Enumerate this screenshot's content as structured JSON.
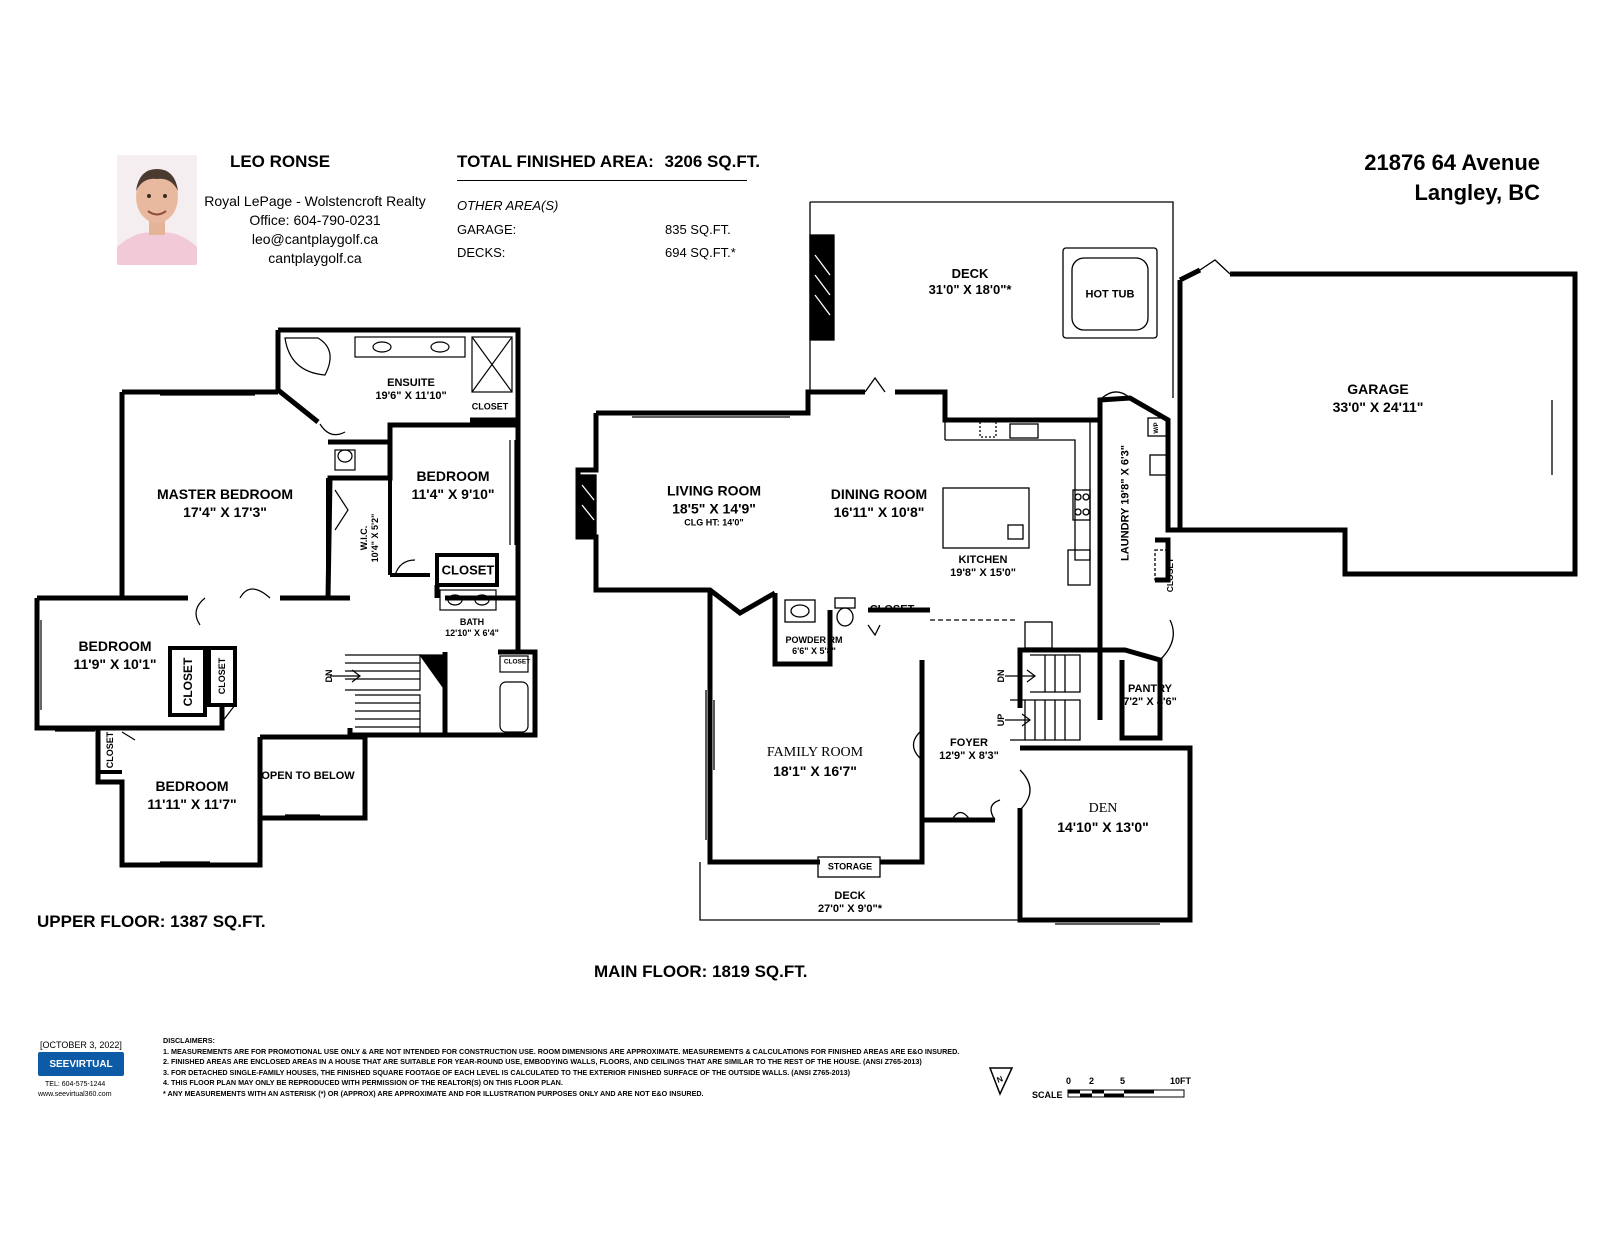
{
  "agent": {
    "name": "LEO RONSE",
    "company": "Royal LePage - Wolstencroft Realty",
    "office": "Office: 604-790-0231",
    "email": "leo@cantplaygolf.ca",
    "website": "cantplaygolf.ca"
  },
  "areas": {
    "total_label": "TOTAL FINISHED AREA:",
    "total_value": "3206 SQ.FT.",
    "other_label": "OTHER AREA(S)",
    "garage_label": "GARAGE:",
    "garage_value": "835 SQ.FT.",
    "decks_label": "DECKS:",
    "decks_value": "694 SQ.FT.*"
  },
  "address": {
    "line1": "21876 64 Avenue",
    "line2": "Langley, BC"
  },
  "upper_floor": {
    "label": "UPPER FLOOR: 1387 SQ.FT.",
    "rooms": {
      "ensuite_name": "ENSUITE",
      "ensuite_dim": "19'6\" X 11'10\"",
      "ensuite_closet": "CLOSET",
      "master_name": "MASTER BEDROOM",
      "master_dim": "17'4\" X 17'3\"",
      "bed2_name": "BEDROOM",
      "bed2_dim": "11'4\" X 9'10\"",
      "wic_name": "W.I.C.",
      "wic_dim": "10'4\" X 5'2\"",
      "closet_main": "CLOSET",
      "bath_name": "BATH",
      "bath_dim": "12'10\" X 6'4\"",
      "bath_closet": "CLOSET",
      "bed3_name": "BEDROOM",
      "bed3_dim": "11'9\" X 10'1\"",
      "bed3_closet1": "CLOSET",
      "bed3_closet2": "CLOSET",
      "dn": "DN",
      "bed4_name": "BEDROOM",
      "bed4_dim": "11'11\" X 11'7\"",
      "bed4_closet": "CLOSET",
      "open_below": "OPEN TO BELOW"
    }
  },
  "main_floor": {
    "label": "MAIN FLOOR: 1819 SQ.FT.",
    "rooms": {
      "deck_name": "DECK",
      "deck_dim": "31'0\" X 18'0\"*",
      "hot_tub": "HOT TUB",
      "garage_name": "GARAGE",
      "garage_dim": "33'0\" X 24'11\"",
      "living_name": "LIVING ROOM",
      "living_dim": "18'5\" X 14'9\"",
      "living_clg": "CLG HT: 14'0\"",
      "dining_name": "DINING ROOM",
      "dining_dim": "16'11\" X 10'8\"",
      "kitchen_name": "KITCHEN",
      "kitchen_dim": "19'8\" X 15'0\"",
      "laundry": "LAUNDRY 19'8\" X 6'3\"",
      "wp": "W/P",
      "laundry_closet": "CLOSET",
      "powder_name": "POWDER RM",
      "powder_dim": "6'6\" X 5'8\"",
      "closet": "CLOSET",
      "pantry_name": "PANTRY",
      "pantry_dim": "7'2\" X 4'6\"",
      "family_name": "FAMILY ROOM",
      "family_dim": "18'1\" X 16'7\"",
      "foyer_name": "FOYER",
      "foyer_dim": "12'9\" X 8'3\"",
      "dn": "DN",
      "up": "UP",
      "den_name": "DEN",
      "den_dim": "14'10\" X 13'0\"",
      "storage": "STORAGE",
      "deck2_name": "DECK",
      "deck2_dim": "27'0\" X 9'0\"*"
    }
  },
  "footer": {
    "date": "[OCTOBER 3, 2022]",
    "logo_text": "SEEVIRTUAL",
    "logo_tel": "TEL: 604-575-1244",
    "logo_web": "www.seevirtual360.com",
    "disclaimers_title": "DISCLAIMERS:",
    "disclaimer_1": "1. MEASUREMENTS ARE FOR PROMOTIONAL USE ONLY & ARE NOT INTENDED FOR CONSTRUCTION USE. ROOM DIMENSIONS ARE APPROXIMATE. MEASUREMENTS & CALCULATIONS FOR FINISHED AREAS ARE E&O INSURED.",
    "disclaimer_2": "2. FINISHED AREAS ARE ENCLOSED AREAS IN A HOUSE THAT ARE SUITABLE FOR YEAR-ROUND USE, EMBODYING WALLS, FLOORS, AND CEILINGS THAT ARE SIMILAR TO THE REST OF THE HOUSE. (ANSI Z765-2013)",
    "disclaimer_3": "3. FOR DETACHED SINGLE-FAMILY HOUSES, THE FINISHED SQUARE FOOTAGE OF EACH LEVEL IS CALCULATED TO THE EXTERIOR FINISHED SURFACE OF THE OUTSIDE WALLS. (ANSI Z765-2013)",
    "disclaimer_4": "4. THIS FLOOR PLAN MAY ONLY BE REPRODUCED WITH PERMISSION OF THE REALTOR(S) ON THIS FLOOR PLAN.",
    "disclaimer_5": "* ANY MEASUREMENTS WITH AN ASTERISK (*) OR (APPROX) ARE APPROXIMATE AND FOR ILLUSTRATION PURPOSES ONLY AND ARE NOT E&O INSURED.",
    "north": "N",
    "scale_label": "SCALE",
    "scale_0": "0",
    "scale_2": "2",
    "scale_5": "5",
    "scale_10": "10FT"
  }
}
